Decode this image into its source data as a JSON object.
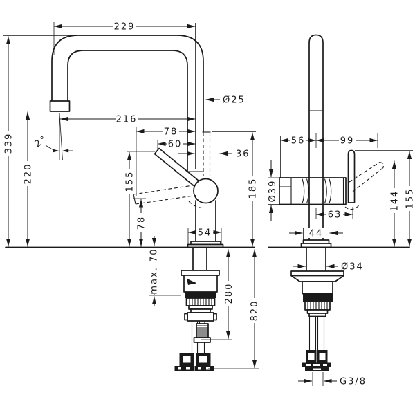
{
  "colors": {
    "line": "#1a1a1a",
    "background": "#ffffff"
  },
  "front_view": {
    "spout_reach": "229",
    "spout_reach_inner": "216",
    "lever_tip_offset": "78",
    "lever_offset": "60",
    "outlet_offset": "36",
    "spout_diameter": "Ø25",
    "total_height": "339",
    "outlet_height": "220",
    "outlet_angle": "2°",
    "lever_height": "155",
    "lever_lowered_height": "78",
    "outlet_top_height": "185",
    "base_diameter": "54",
    "max_mounting_thickness": "max. 70",
    "hose_connection_depth": "280",
    "hose_length": "820"
  },
  "side_view": {
    "rear_offset": "56",
    "handle_reach": "99",
    "body_diameter": "Ø39",
    "handle_lowered_height": "144",
    "handle_height": "155",
    "handle_offset": "63",
    "base_width": "44",
    "shank_diameter": "Ø34",
    "thread_size": "G3/8"
  }
}
